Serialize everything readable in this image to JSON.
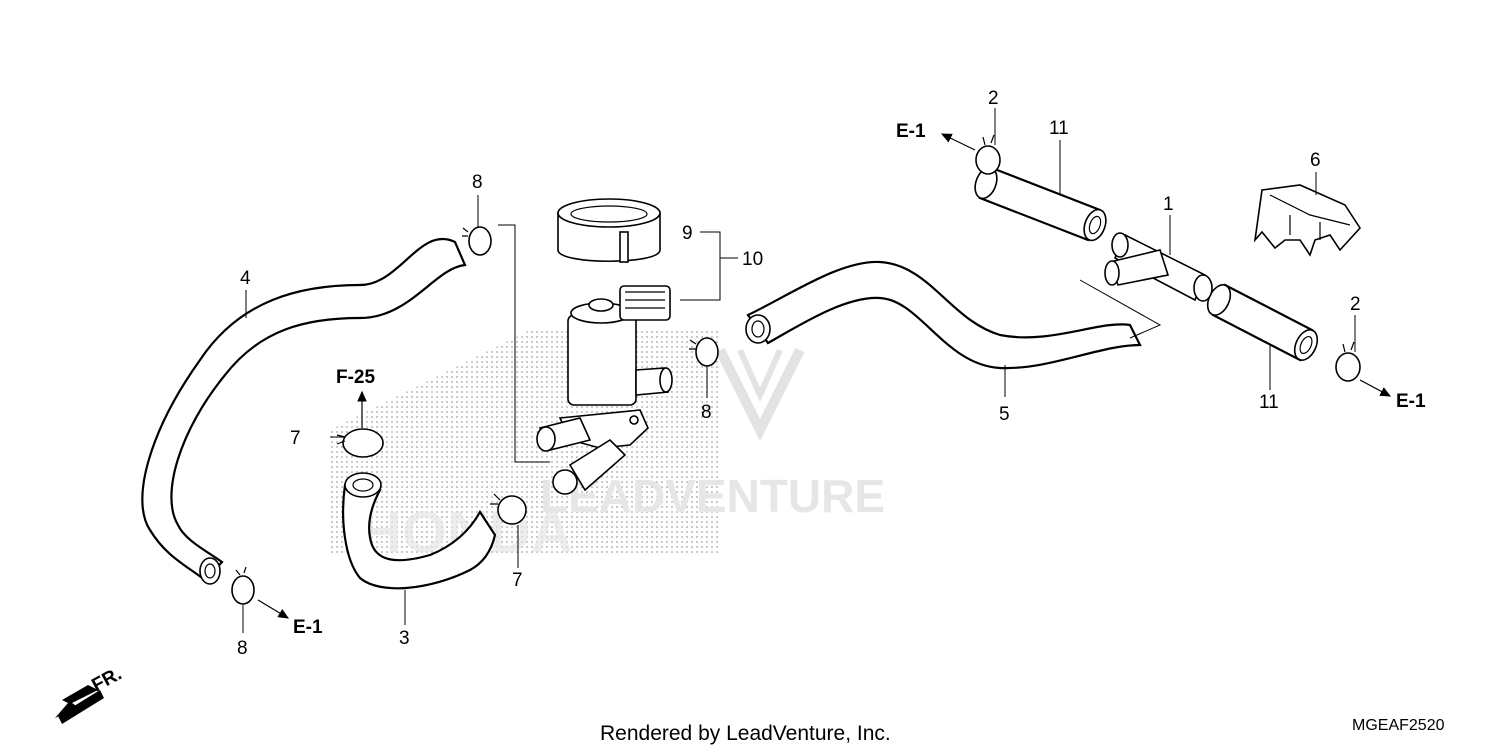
{
  "watermark": {
    "brand": "LEADVENTURE",
    "logo_text": "HONDA"
  },
  "footer": {
    "rendered_by": "Rendered by LeadVenture, Inc.",
    "diagram_code": "MGEAF2520"
  },
  "front_indicator": {
    "label": "FR."
  },
  "references": [
    {
      "id": "e1-top-left",
      "text": "E-1"
    },
    {
      "id": "e1-bottom-left",
      "text": "E-1"
    },
    {
      "id": "e1-right",
      "text": "E-1"
    },
    {
      "id": "f25",
      "text": "F-25"
    }
  ],
  "parts": [
    {
      "id": "p1",
      "number": "1"
    },
    {
      "id": "p2a",
      "number": "2"
    },
    {
      "id": "p2b",
      "number": "2"
    },
    {
      "id": "p3",
      "number": "3"
    },
    {
      "id": "p4",
      "number": "4"
    },
    {
      "id": "p5",
      "number": "5"
    },
    {
      "id": "p6",
      "number": "6"
    },
    {
      "id": "p7a",
      "number": "7"
    },
    {
      "id": "p7b",
      "number": "7"
    },
    {
      "id": "p8a",
      "number": "8"
    },
    {
      "id": "p8b",
      "number": "8"
    },
    {
      "id": "p8c",
      "number": "8"
    },
    {
      "id": "p9",
      "number": "9"
    },
    {
      "id": "p10",
      "number": "10"
    },
    {
      "id": "p11a",
      "number": "11"
    },
    {
      "id": "p11b",
      "number": "11"
    }
  ]
}
